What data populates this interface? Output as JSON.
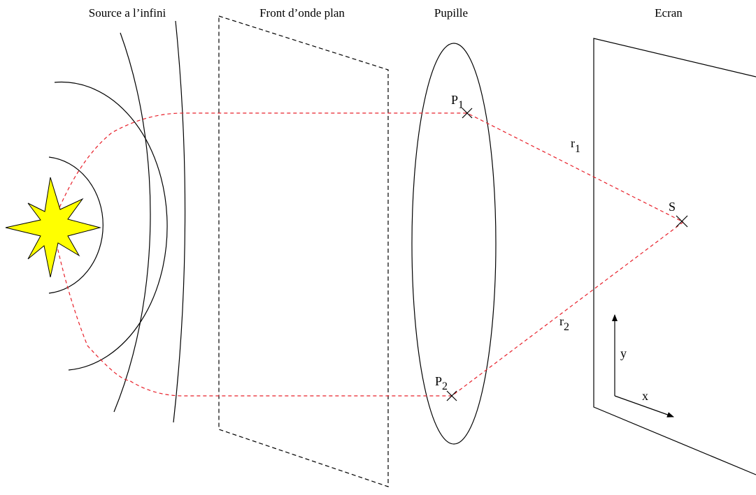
{
  "labels": {
    "source": "Source a l’infini",
    "front": "Front d’onde plan",
    "pupil": "Pupille",
    "screen": "Ecran"
  },
  "points": {
    "p1_letter": "P",
    "p1_sub": "1",
    "p2_letter": "P",
    "p2_sub": "2",
    "s": "S",
    "r1_letter": "r",
    "r1_sub": "1",
    "r2_letter": "r",
    "r2_sub": "2"
  },
  "axes": {
    "y": "y",
    "x": "x"
  },
  "colors": {
    "ray": "#e8202a",
    "star_fill": "#ffff00",
    "line": "#000000"
  },
  "icons": {
    "source": "star-burst-icon",
    "marker": "cross-marker-icon"
  }
}
